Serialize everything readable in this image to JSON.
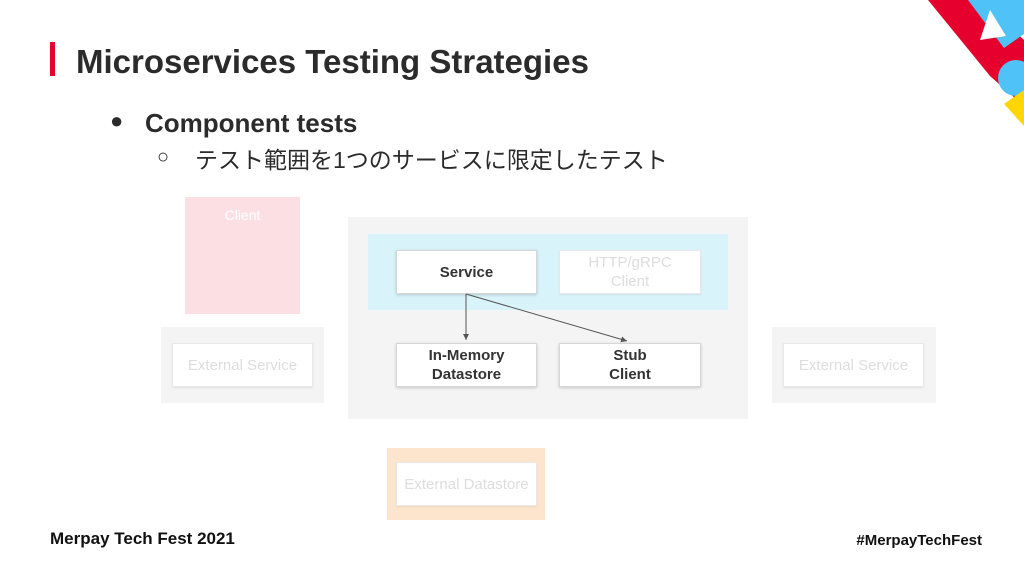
{
  "slide": {
    "title": "Microservices Testing Strategies",
    "bullet1_marker": "●",
    "bullet1": "Component tests",
    "bullet2_marker": "○",
    "bullet2": "テスト範囲を1つのサービスに限定したテスト"
  },
  "diagram": {
    "client": "Client",
    "service": "Service",
    "http_client": "HTTP/gRPC\nClient",
    "in_memory": "In-Memory\nDatastore",
    "stub_client": "Stub\nClient",
    "external_service_left": "External Service",
    "external_service_right": "External Service",
    "external_datastore": "External Datastore"
  },
  "footer": {
    "event": "Merpay Tech Fest  2021",
    "hashtag": "#MerpayTechFest"
  },
  "colors": {
    "accent": "#e5002d",
    "service_band": "#d9f3fb",
    "client_box": "#fbdfe2",
    "datastore_box": "#fce5cc"
  }
}
